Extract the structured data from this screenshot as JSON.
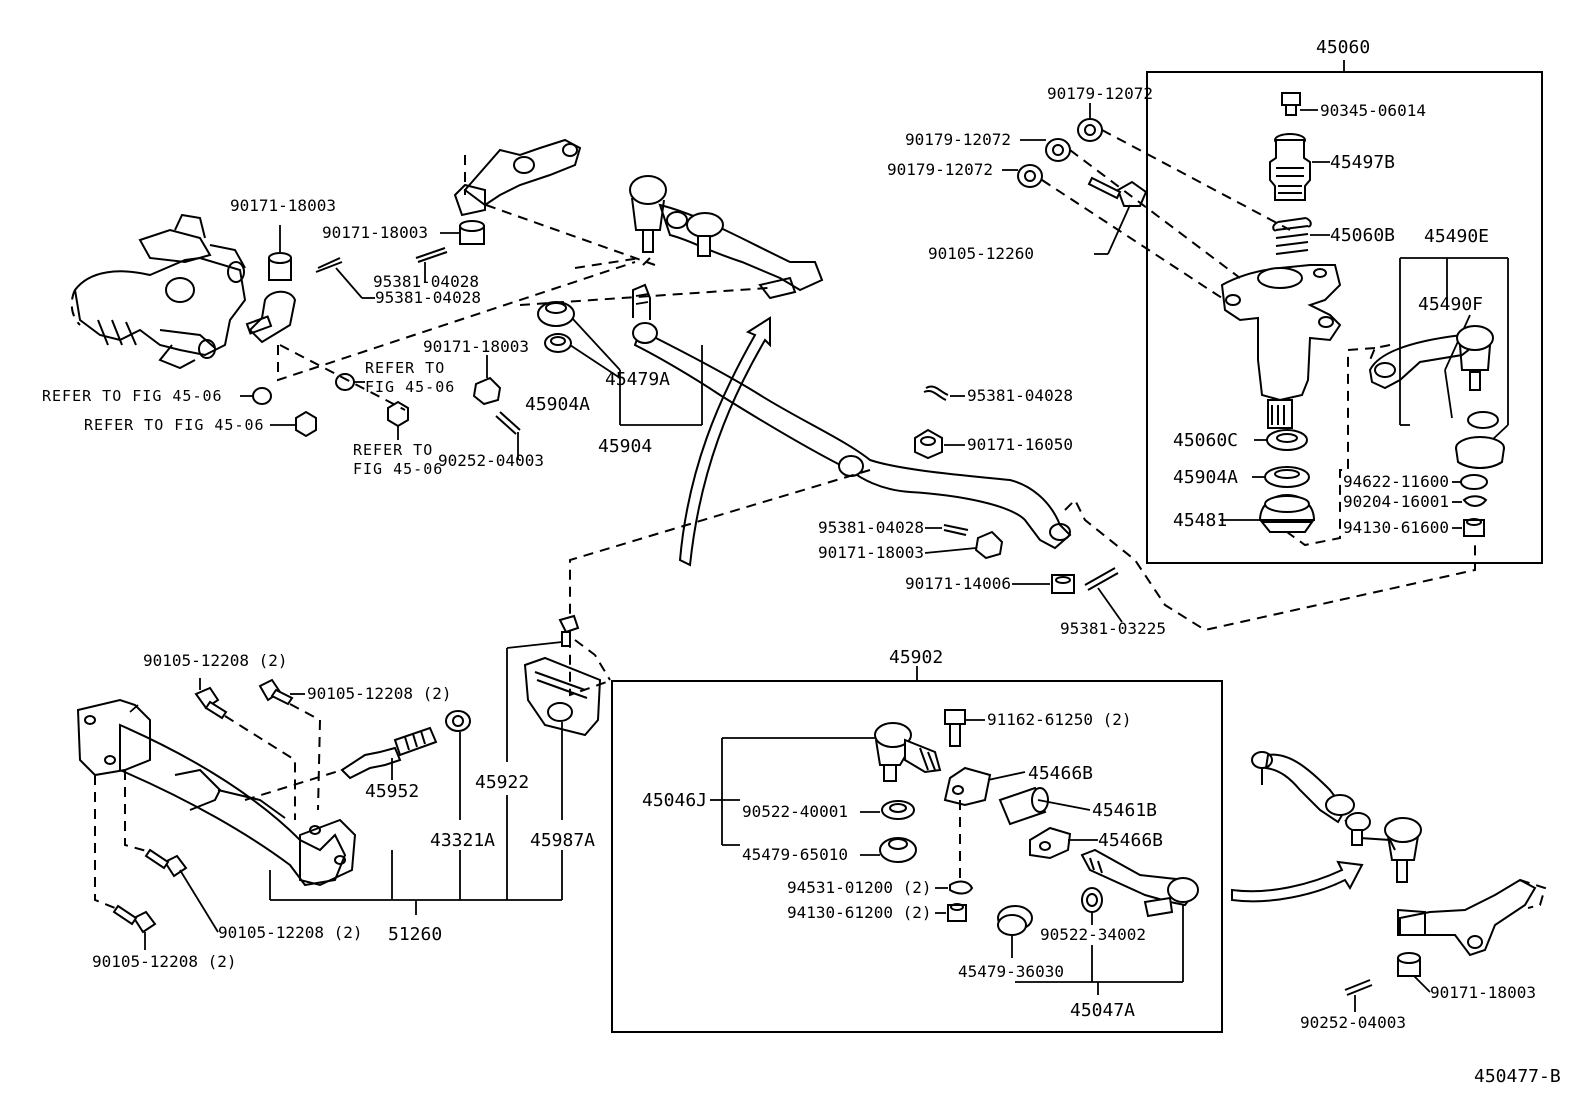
{
  "diagram": {
    "drawing_id": "450477-B",
    "groups": {
      "g45060": "45060",
      "g45902": "45902",
      "g45904": "45904",
      "g51260": "51260",
      "g45046J": "45046J",
      "g45047A": "45047A",
      "g45490E": "45490E"
    },
    "refer_fig": "REFER TO FIG 45-06",
    "refer_to": "REFER TO",
    "fig_no": "FIG 45-06",
    "labels": {
      "l90179_12072_a": "90179-12072",
      "l90179_12072_b": "90179-12072",
      "l90179_12072_c": "90179-12072",
      "l90345_06014": "90345-06014",
      "l45497B": "45497B",
      "l45060B": "45060B",
      "l90105_12260": "90105-12260",
      "l45490F": "45490F",
      "l45060C": "45060C",
      "l45904A_r": "45904A",
      "l45481": "45481",
      "l94622_11600": "94622-11600",
      "l90204_16001": "90204-16001",
      "l94130_61600": "94130-61600",
      "l90171_18003_a": "90171-18003",
      "l90171_18003_b": "90171-18003",
      "l95381_04028_a": "95381-04028",
      "l95381_04028_b": "95381-04028",
      "l90171_18003_c": "90171-18003",
      "l45479A": "45479A",
      "l45904A": "45904A",
      "l90252_04003_a": "90252-04003",
      "l95381_04028_c": "95381-04028",
      "l90171_16050": "90171-16050",
      "l95381_04028_d": "95381-04028",
      "l90171_18003_d": "90171-18003",
      "l90171_14006": "90171-14006",
      "l95381_03225": "95381-03225",
      "l90105_12208_a": "90105-12208 (2)",
      "l90105_12208_b": "90105-12208 (2)",
      "l90105_12208_c": "90105-12208 (2)",
      "l90105_12208_d": "90105-12208 (2)",
      "l45952": "45952",
      "l43321A": "43321A",
      "l45922": "45922",
      "l45987A": "45987A",
      "l91162_61250": "91162-61250 (2)",
      "l45466B_a": "45466B",
      "l45461B": "45461B",
      "l45466B_b": "45466B",
      "l90522_40001": "90522-40001",
      "l45479_65010": "45479-65010",
      "l94531_01200": "94531-01200 (2)",
      "l94130_61200": "94130-61200 (2)",
      "l90522_34002": "90522-34002",
      "l45479_36030": "45479-36030",
      "l90171_18003_e": "90171-18003",
      "l90252_04003_b": "90252-04003"
    }
  }
}
